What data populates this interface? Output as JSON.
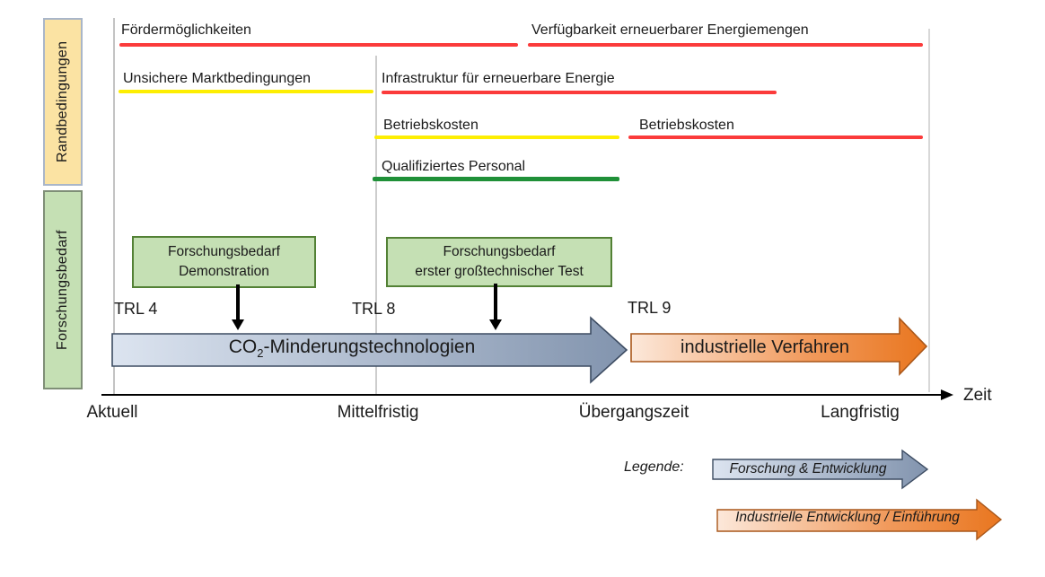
{
  "sidebar": {
    "top": "Randbedingungen",
    "bottom": "Forschungsbedarf"
  },
  "conditions": [
    {
      "label": "Fördermöglichkeiten",
      "status": "red"
    },
    {
      "label": "Verfügbarkeit erneuerbarer Energiemengen",
      "status": "red"
    },
    {
      "label": "Unsichere Marktbedingungen",
      "status": "yellow"
    },
    {
      "label": "Infrastruktur für erneuerbare Energie",
      "status": "red"
    },
    {
      "label": "Betriebskosten",
      "status": "yellow"
    },
    {
      "label": "Betriebskosten",
      "status": "red"
    },
    {
      "label": "Qualifiziertes Personal",
      "status": "green"
    }
  ],
  "research_boxes": [
    {
      "line1": "Forschungsbedarf",
      "line2": "Demonstration"
    },
    {
      "line1": "Forschungsbedarf",
      "line2": "erster großtechnischer Test"
    }
  ],
  "trl_labels": [
    "TRL 4",
    "TRL 8",
    "TRL 9"
  ],
  "arrows": {
    "research": {
      "label_pre": "CO",
      "label_sub": "2",
      "label_post": "-Minderungstechnologien"
    },
    "industrial": {
      "label": "industrielle Verfahren"
    }
  },
  "axis": {
    "title": "Zeit",
    "ticks": [
      "Aktuell",
      "Mittelfristig",
      "Übergangszeit",
      "Langfristig"
    ]
  },
  "legend": {
    "title": "Legende:",
    "items": [
      {
        "label": "Forschung & Entwicklung",
        "type": "research"
      },
      {
        "label": "Industrielle Entwicklung / Einführung",
        "type": "industrial"
      }
    ]
  },
  "colors": {
    "red": "#fb3b3b",
    "yellow": "#fdee02",
    "green": "#1f9038",
    "sidebar_yellow": "#fbe3a3",
    "sidebar_green": "#c5e0b4",
    "research_box_fill": "#c5e0b4",
    "research_box_border": "#538135",
    "blue_arrow_start": "#dce4f0",
    "blue_arrow_end": "#8294ae",
    "blue_arrow_border": "#3d4c62",
    "orange_arrow_start": "#fce8da",
    "orange_arrow_mid": "#f19a5c",
    "orange_arrow_end": "#e9761f",
    "orange_arrow_border": "#a9571a"
  }
}
